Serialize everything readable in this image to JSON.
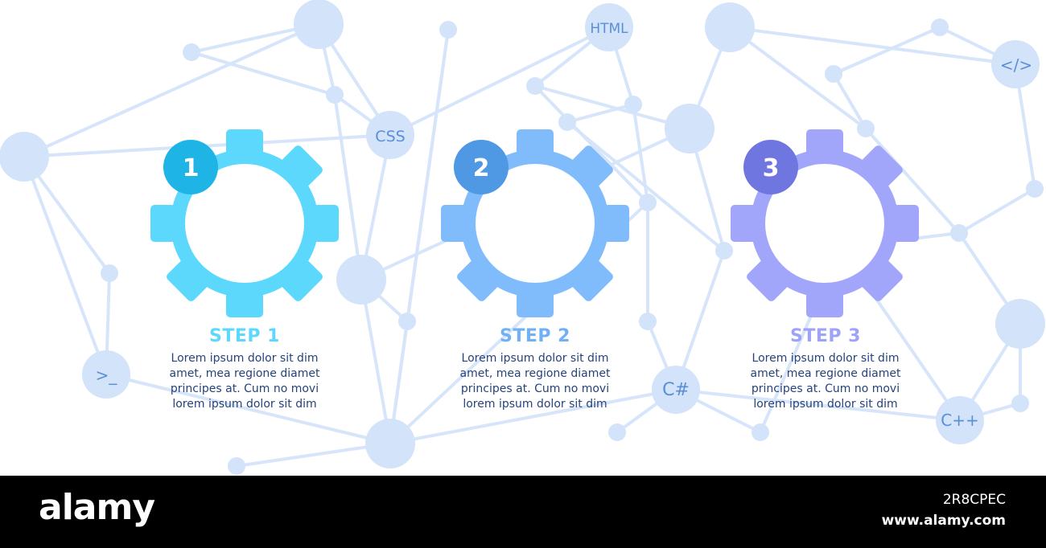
{
  "colors": {
    "background": "#ffffff",
    "network_node": "#d3e3fa",
    "network_line": "#d7e5fb",
    "node_label": "#5a8fd6",
    "description_text": "#26437a",
    "footer_bg": "#000000",
    "footer_text": "#ffffff"
  },
  "network_labels": {
    "html": "HTML",
    "css": "CSS",
    "code": "</>",
    "terminal": ">_",
    "csharp": "C#",
    "cpp": "C++"
  },
  "steps": [
    {
      "number": "1",
      "title": "STEP 1",
      "description": "Lorem ipsum dolor sit dim amet, mea regione diamet principes at. Cum no movi lorem ipsum dolor sit dim",
      "gear_color": "#5dd8fd",
      "badge_color": "#1fb4e6",
      "title_color": "#5dd8fd"
    },
    {
      "number": "2",
      "title": "STEP 2",
      "description": "Lorem ipsum dolor sit dim amet, mea regione diamet principes at. Cum no movi lorem ipsum dolor sit dim",
      "gear_color": "#80bcfb",
      "badge_color": "#4f98e4",
      "title_color": "#6fb0f6"
    },
    {
      "number": "3",
      "title": "STEP 3",
      "description": "Lorem ipsum dolor sit dim amet, mea regione diamet principes at. Cum no movi lorem ipsum dolor sit dim",
      "gear_color": "#a2a6fb",
      "badge_color": "#6f76e0",
      "title_color": "#9da3f8"
    }
  ],
  "footer": {
    "logo": "alamy",
    "image_id": "2R8CPEC",
    "url": "www.alamy.com"
  }
}
